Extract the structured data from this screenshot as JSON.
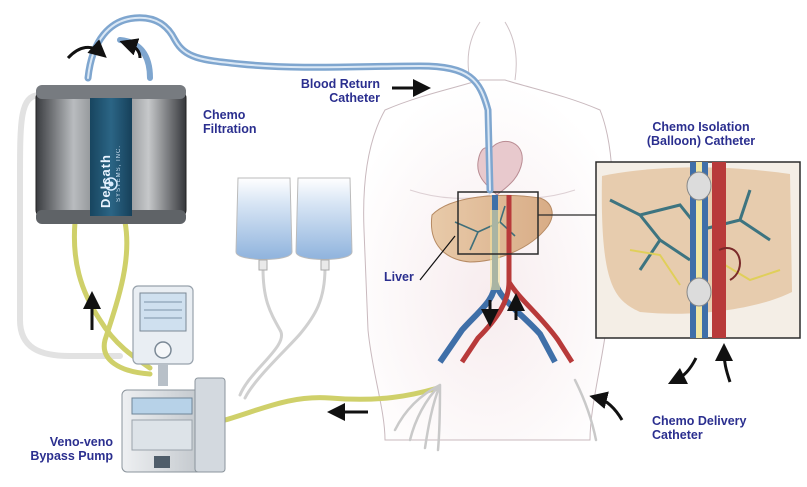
{
  "labels": {
    "blood_return_line1": "Blood Return",
    "blood_return_line2": "Catheter",
    "chemo_filtration_line1": "Chemo",
    "chemo_filtration_line2": "Filtration",
    "chemo_isolation_line1": "Chemo Isolation",
    "chemo_isolation_line2": "(Balloon) Catheter",
    "liver": "Liver",
    "chemo_delivery_line1": "Chemo Delivery",
    "chemo_delivery_line2": "Catheter",
    "bypass_pump_line1": "Veno-veno",
    "bypass_pump_line2": "Bypass Pump"
  },
  "filter_brand": {
    "name": "Delcath",
    "subtitle": "SYSTEMS, INC."
  },
  "colors": {
    "label_text": "#2b2f8f",
    "venous_blue": "#3f6fa8",
    "arterial_red": "#b83a3a",
    "filtered_blood_blue": "#7fa6cf",
    "chemo_line_yellow": "#cfd06a",
    "liver_tan": "#d9b89a"
  },
  "icons": [
    "arrow-icon",
    "filter-canister-icon",
    "iv-bag-icon",
    "pump-icon",
    "monitor-icon",
    "torso-icon",
    "liver-icon",
    "catheter-icon"
  ]
}
